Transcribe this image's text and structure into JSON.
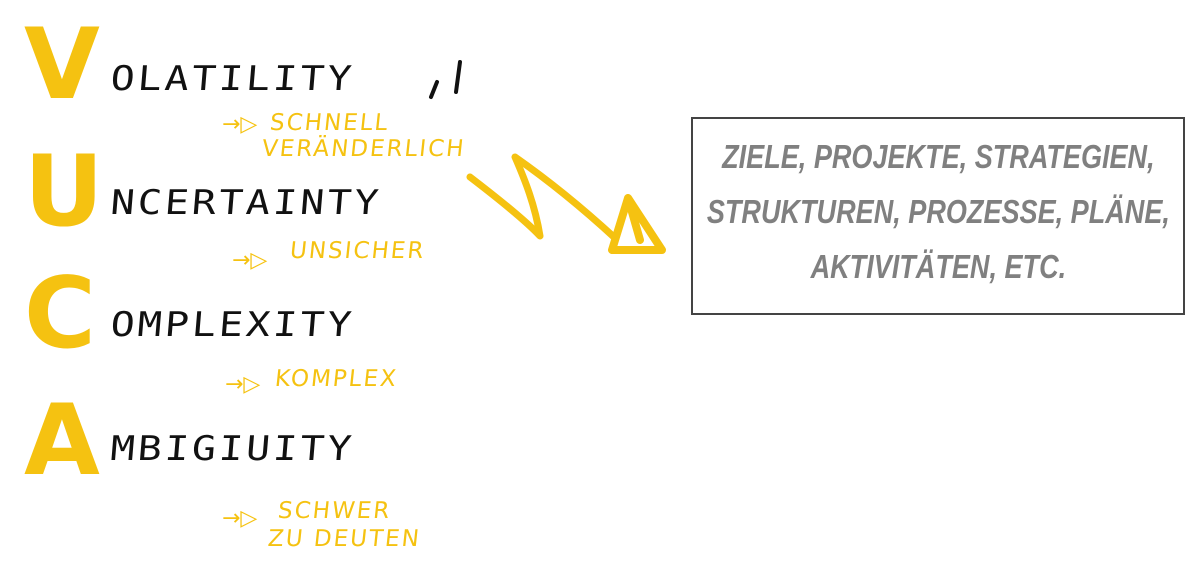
{
  "acronym": [
    {
      "letter": "V",
      "rest": "OLATILITY",
      "note": [
        "SCHNELL",
        "VERÄNDERLICH"
      ]
    },
    {
      "letter": "U",
      "rest": "NCERTAINTY",
      "note": [
        "UNSICHER"
      ]
    },
    {
      "letter": "C",
      "rest": "OMPLEXITY",
      "note": [
        "KOMPLEX"
      ]
    },
    {
      "letter": "A",
      "rest": "MBIGIUITY",
      "note": [
        "SCHWER",
        "ZU DEUTEN"
      ]
    }
  ],
  "box": {
    "lines": [
      "ZIELE, PROJEKTE, STRATEGIEN,",
      "STRUKTUREN, PROZESSE, PLÄNE,",
      "AKTIVITÄTEN, ETC."
    ]
  },
  "colors": {
    "accent": "#f5c211",
    "text": "#111111",
    "box_text": "#808080"
  }
}
